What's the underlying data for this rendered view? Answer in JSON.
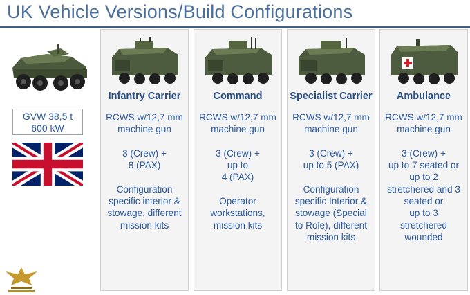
{
  "slide": {
    "title": "UK Vehicle Versions/Build Configurations",
    "accent_color": "#4b6f9c",
    "text_color": "#2b5aa0"
  },
  "spec": {
    "line1": "GVW 38,5 t",
    "line2": "600 kW"
  },
  "flag": {
    "icon": "united-kingdom-flag-icon"
  },
  "columns": [
    {
      "title": "Infantry Carrier",
      "vehicle_icon": "armoured-vehicle-icon",
      "weapon": [
        "RCWS w/12,7 mm",
        "machine gun"
      ],
      "crew": [
        "3 (Crew) +",
        "8 (PAX)"
      ],
      "notes": [
        "Configuration",
        "specific interior &",
        "stowage, different",
        "mission kits"
      ]
    },
    {
      "title": "Command",
      "vehicle_icon": "armoured-vehicle-icon",
      "weapon": [
        "RCWS w/12,7 mm",
        "machine gun"
      ],
      "crew": [
        "3 (Crew) +",
        "up to",
        "4 (PAX)"
      ],
      "notes": [
        "Operator",
        "workstations,",
        "mission kits"
      ]
    },
    {
      "title": "Specialist Carrier",
      "vehicle_icon": "armoured-vehicle-icon",
      "weapon": [
        "RCWS w/12,7 mm",
        "machine gun"
      ],
      "crew": [
        "3 (Crew) +",
        "up to 5 (PAX)"
      ],
      "notes": [
        "Configuration",
        "specific Interior &",
        "stowage (Special",
        "to Role), different",
        "mission kits"
      ]
    },
    {
      "title": "Ambulance",
      "vehicle_icon": "ambulance-vehicle-icon",
      "weapon": [
        "RCWS w/12,7 mm",
        "machine gun"
      ],
      "crew": [
        "3 (Crew) +",
        "up to 7 seated or",
        "up to 2",
        "stretchered and 3",
        "seated or",
        "up to 3",
        "stretchered",
        "wounded"
      ],
      "notes": []
    }
  ]
}
